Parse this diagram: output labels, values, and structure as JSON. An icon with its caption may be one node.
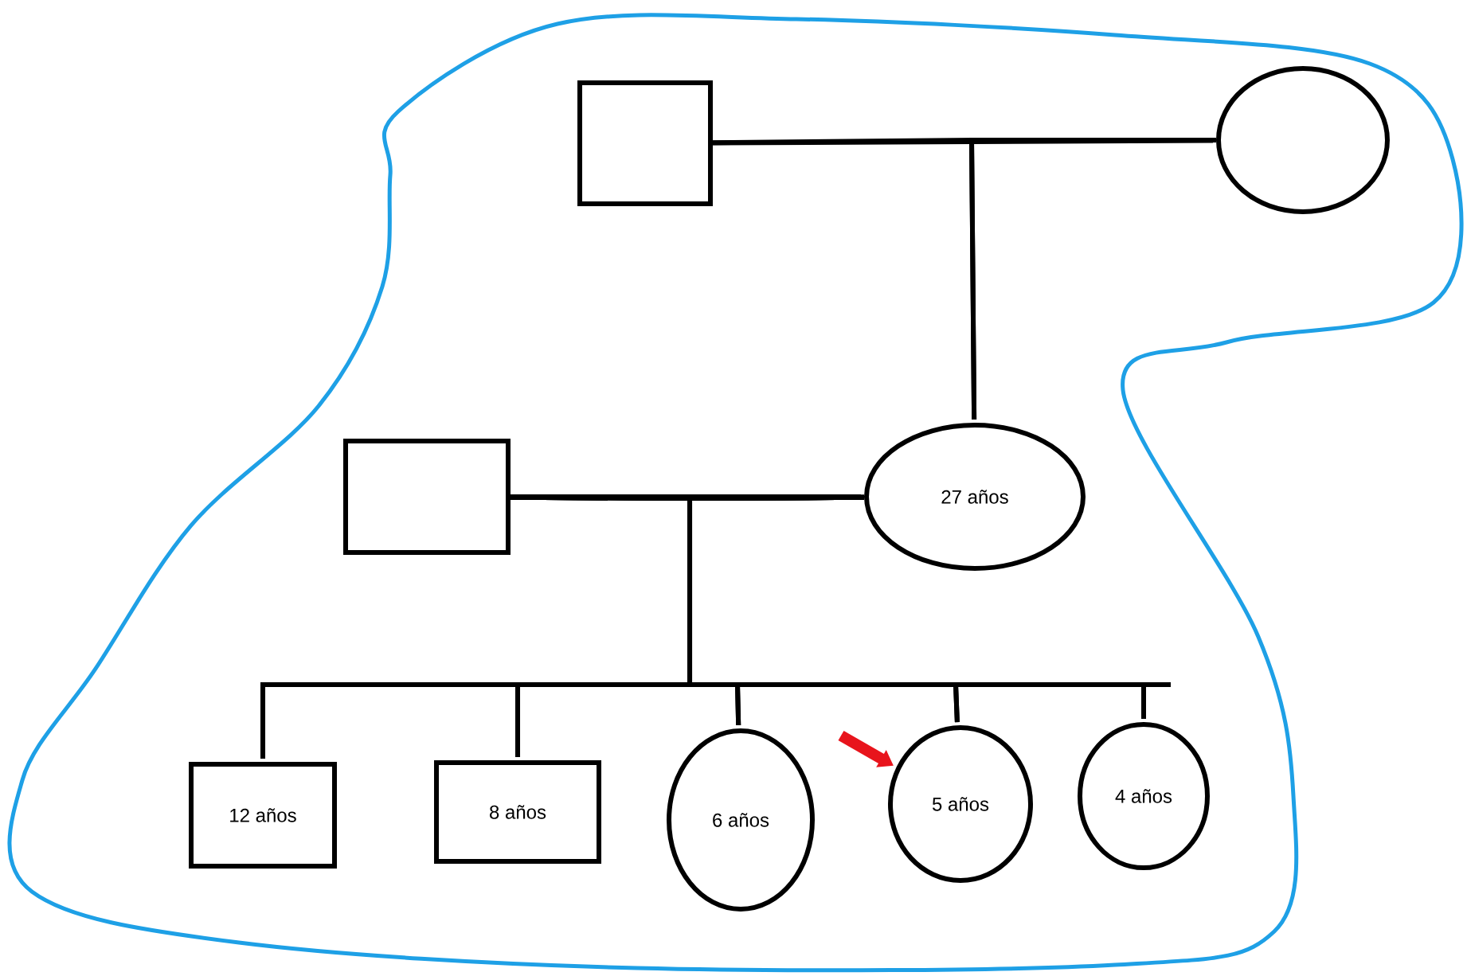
{
  "diagram": {
    "nodes": [
      {
        "text": [],
        "shape": "box"
      },
      {
        "text": [],
        "shape": "circle"
      },
      {
        "text": [],
        "shape": "box"
      },
      {
        "text": [
          "27 años"
        ]
      },
      {
        "text": [
          "12 años"
        ]
      },
      {
        "text": [
          "8 años"
        ]
      },
      {
        "text": [
          "6 años"
        ]
      },
      {
        "text": [
          "5 años"
        ]
      },
      {
        "text": [
          "4 años"
        ]
      }
    ],
    "edges": [
      {
        "from": 0,
        "to": 1,
        "arrow": "none"
      },
      {
        "from": 0,
        "to": 3,
        "arrow": "none"
      },
      {
        "from": 1,
        "to": 3,
        "arrow": "none"
      },
      {
        "from": 2,
        "to": 3,
        "arrow": "none"
      },
      {
        "from": 2,
        "to": 4,
        "arrow": "none"
      },
      {
        "from": 3,
        "to": 4,
        "arrow": "none"
      },
      {
        "from": 2,
        "to": 5,
        "arrow": "none"
      },
      {
        "from": 3,
        "to": 5,
        "arrow": "none"
      },
      {
        "from": 2,
        "to": 6,
        "arrow": "none"
      },
      {
        "from": 3,
        "to": 6,
        "arrow": "none"
      },
      {
        "from": 2,
        "to": 7,
        "arrow": "none"
      },
      {
        "from": 3,
        "to": 7,
        "arrow": "none"
      },
      {
        "from": 2,
        "to": 8,
        "arrow": "none"
      },
      {
        "from": 3,
        "to": 8,
        "arrow": "none"
      },
      {
        "from": null,
        "to": 7,
        "arrow": "to",
        "style": "thick",
        "color": "#e8141c"
      }
    ]
  }
}
